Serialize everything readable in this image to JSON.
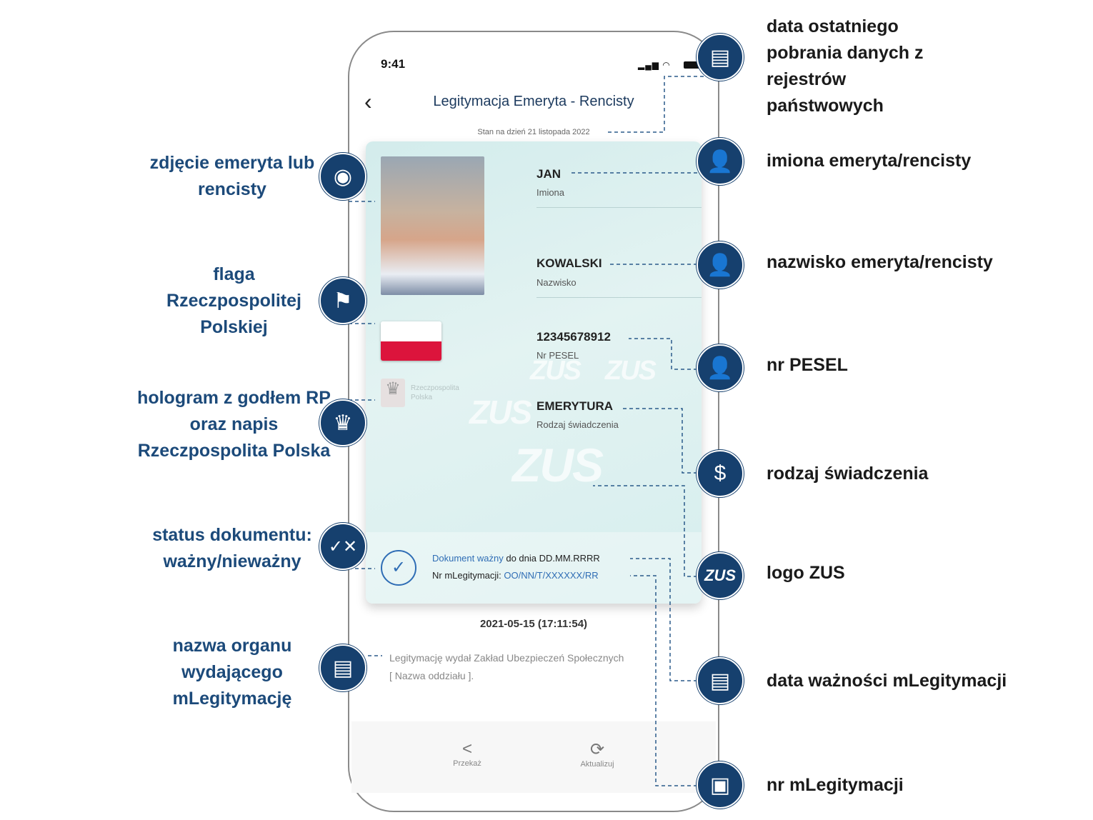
{
  "status_bar": {
    "time": "9:41"
  },
  "header": {
    "title": "Legitymacja Emeryta - Rencisty",
    "as_of": "Stan na dzień 21 listopada 2022"
  },
  "card": {
    "first_name": "JAN",
    "first_name_label": "Imiona",
    "last_name": "KOWALSKI",
    "last_name_label": "Nazwisko",
    "pesel": "12345678912",
    "pesel_label": "Nr PESEL",
    "benefit": "EMERYTURA",
    "benefit_label": "Rodzaj świadczenia",
    "hologram_text": "Rzeczpospolita Polska",
    "watermark": "ZUS",
    "status_valid": "Dokument ważny",
    "valid_until": "do dnia DD.MM.RRRR",
    "number_label": "Nr mLegitymacji:",
    "number": "OO/NN/T/XXXXXX/RR"
  },
  "timestamp": "2021-05-15 (17:11:54)",
  "issuer": {
    "line1": "Legitymację wydał Zakład Ubezpieczeń Społecznych",
    "line2": "[ Nazwa oddziału ]."
  },
  "toolbar": {
    "share": "Przekaż",
    "refresh": "Aktualizuj"
  },
  "annotations_left": [
    {
      "text": "zdjęcie emeryta lub rencisty",
      "icon": "camera-icon"
    },
    {
      "text": "flaga Rzeczpospolitej Polskiej",
      "icon": "flag-icon"
    },
    {
      "text": "hologram z godłem RP oraz napis Rzeczpospolita Polska",
      "icon": "eagle-icon"
    },
    {
      "text": "status dokumentu: ważny/nieważny",
      "icon": "status-icon"
    },
    {
      "text": "nazwa organu wydającego mLegitymację",
      "icon": "office-icon"
    }
  ],
  "annotations_right": [
    {
      "text": "data ostatniego pobrania danych z rejestrów państwowych",
      "icon": "document-check-icon"
    },
    {
      "text": "imiona emeryta/rencisty",
      "icon": "person-icon"
    },
    {
      "text": "nazwisko emeryta/rencisty",
      "icon": "person-icon"
    },
    {
      "text": "nr PESEL",
      "icon": "person-icon"
    },
    {
      "text": "rodzaj świadczenia",
      "icon": "money-hand-icon"
    },
    {
      "text": "logo ZUS",
      "icon": "zus-logo-icon"
    },
    {
      "text": "data ważności mLegitymacji",
      "icon": "document-check-icon"
    },
    {
      "text": "nr mLegitymacji",
      "icon": "id-card-icon"
    }
  ],
  "colors": {
    "navy": "#16406e",
    "link": "#2f6db5",
    "flag_red": "#dc143c"
  }
}
